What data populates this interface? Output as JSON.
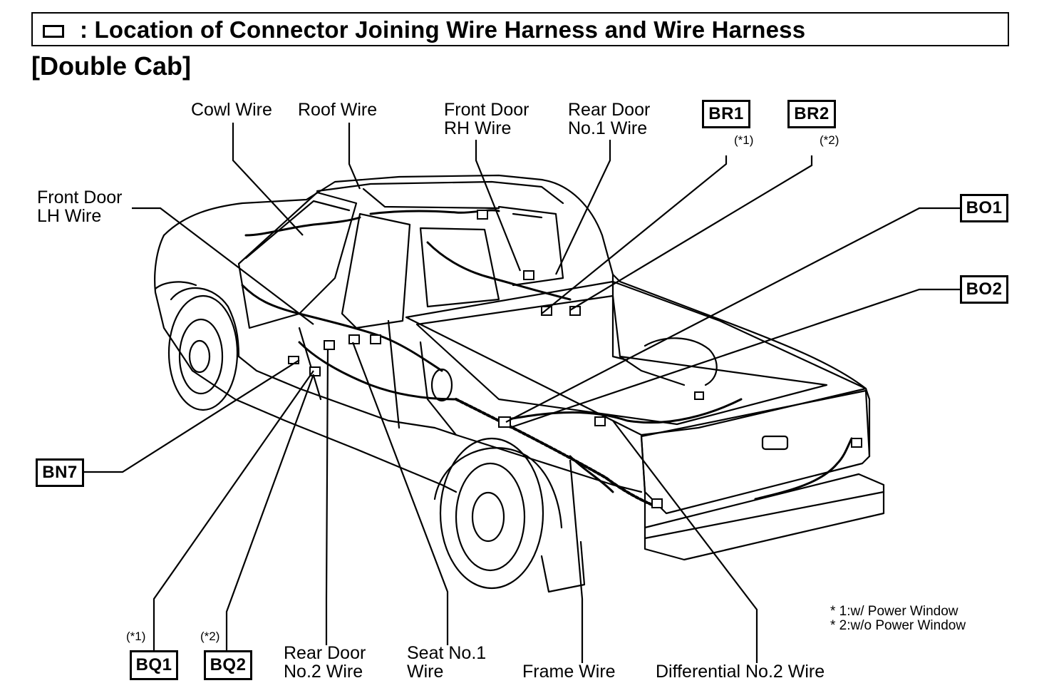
{
  "header": {
    "title": ": Location of Connector Joining Wire Harness and Wire Harness",
    "subtitle": "[Double Cab]"
  },
  "labels": {
    "cowl_wire": "Cowl Wire",
    "roof_wire": "Roof Wire",
    "front_door_rh_1": "Front Door",
    "front_door_rh_2": "RH Wire",
    "rear_door_no1_1": "Rear Door",
    "rear_door_no1_2": "No.1 Wire",
    "front_door_lh_1": "Front Door",
    "front_door_lh_2": "LH Wire",
    "rear_door_no2_1": "Rear Door",
    "rear_door_no2_2": "No.2 Wire",
    "seat_no1_1": "Seat No.1",
    "seat_no1_2": "Wire",
    "frame_wire": "Frame Wire",
    "differential_no2_wire": "Differential No.2 Wire"
  },
  "connectors": {
    "br1": "BR1",
    "br2": "BR2",
    "bo1": "BO1",
    "bo2": "BO2",
    "bn7": "BN7",
    "bq1": "BQ1",
    "bq2": "BQ2"
  },
  "notes": {
    "br1": "(*1)",
    "br2": "(*2)",
    "bq1": "(*1)",
    "bq2": "(*2)"
  },
  "footnotes": {
    "n1": "* 1:w/ Power Window",
    "n2": "* 2:w/o Power Window"
  }
}
